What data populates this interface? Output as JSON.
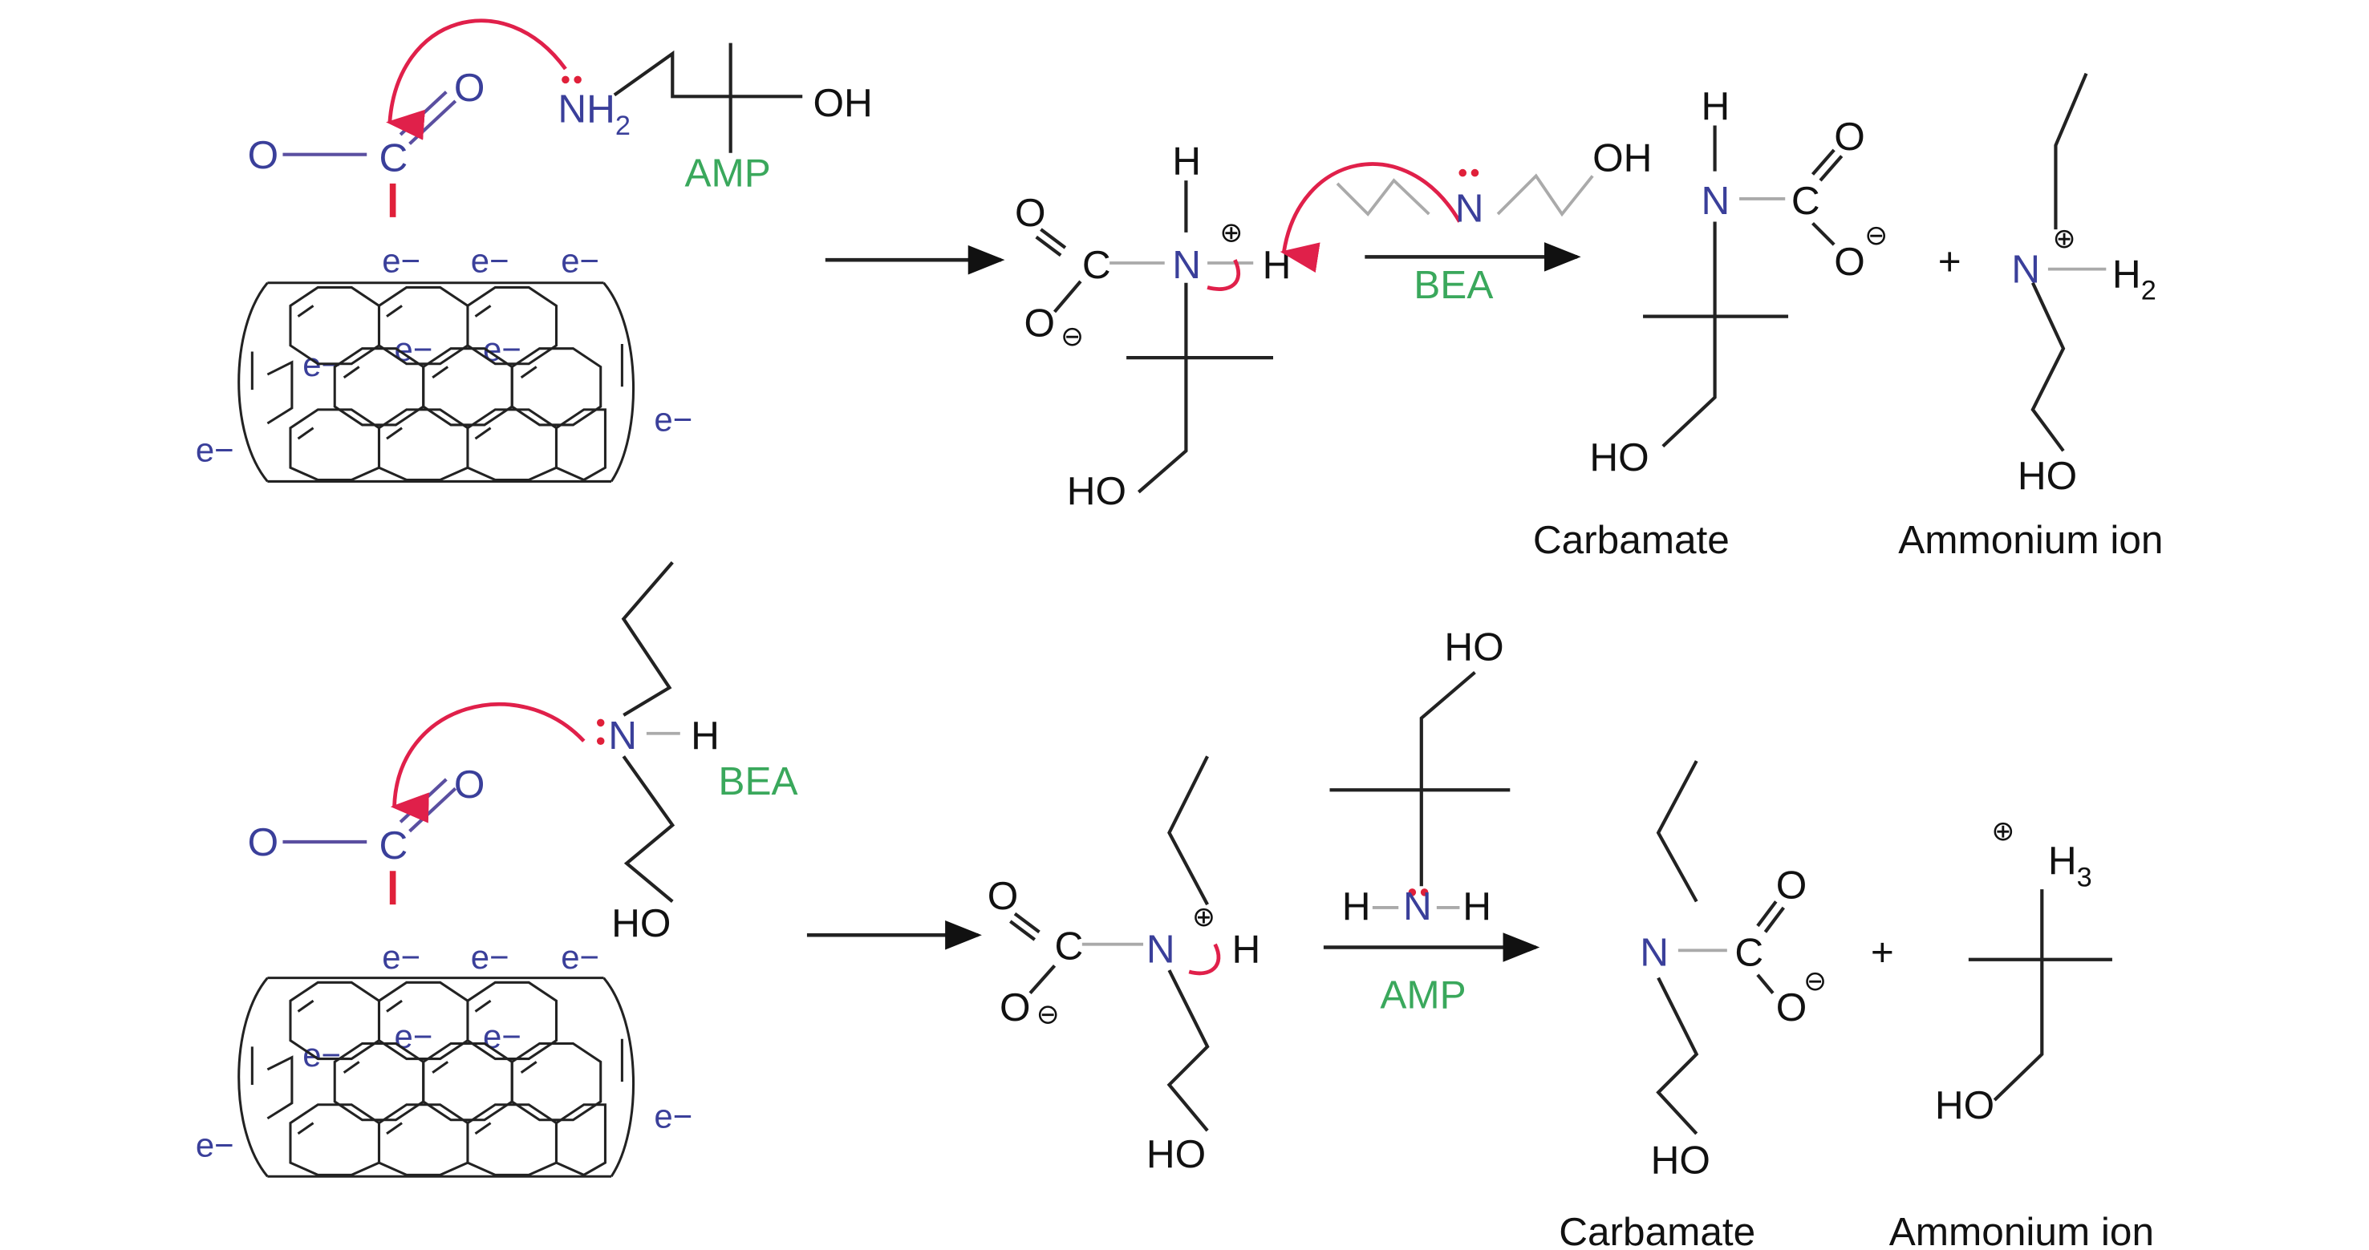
{
  "title": "CO2 capture mechanism on carbon nanotube with AMP and BEA amines",
  "colors": {
    "atom_blue": "#3a3f9a",
    "label_green": "#3aa85c",
    "arrow_red": "#e0204a",
    "bond_black": "#222222"
  },
  "top": {
    "co2": {
      "o_left": "O",
      "c": "C",
      "o_top": "O"
    },
    "amine": {
      "n": "NH",
      "sub": "2",
      "oh": "OH",
      "label": "AMP"
    },
    "electrons": [
      "e−",
      "e−",
      "e−",
      "e−",
      "e−",
      "e−",
      "e−",
      "e−"
    ],
    "intermediate": {
      "o_top": "O",
      "c": "C",
      "n": "N",
      "h_top": "H",
      "h_right": "H",
      "o_bottom": "O",
      "ho": "HO",
      "plus": "⊕",
      "minus": "⊖"
    },
    "base": {
      "n": "N",
      "oh": "OH"
    },
    "reagent_label": "BEA",
    "carbamate": {
      "h": "H",
      "n": "N",
      "c": "C",
      "o_top": "O",
      "o_bottom": "O",
      "ho": "HO",
      "minus": "⊖",
      "label": "Carbamate"
    },
    "plus_sign": "+",
    "ammonium": {
      "n": "N",
      "h": "H",
      "sub": "2",
      "ho": "HO",
      "plus": "⊕",
      "label": "Ammonium ion"
    }
  },
  "bottom": {
    "co2": {
      "o_left": "O",
      "c": "C",
      "o_top": "O"
    },
    "amine": {
      "n": "N",
      "h": "H",
      "ho": "HO",
      "label": "BEA"
    },
    "electrons": [
      "e−",
      "e−",
      "e−",
      "e−",
      "e−",
      "e−",
      "e−",
      "e−"
    ],
    "intermediate": {
      "o_top": "O",
      "c": "C",
      "n": "N",
      "h_right": "H",
      "o_bottom": "O",
      "ho": "HO",
      "plus": "⊕",
      "minus": "⊖"
    },
    "base": {
      "ho": "HO",
      "h_left": "H",
      "n": "N",
      "h_right": "H"
    },
    "reagent_label": "AMP",
    "carbamate": {
      "n": "N",
      "c": "C",
      "o_top": "O",
      "o_bottom": "O",
      "ho": "HO",
      "minus": "⊖",
      "label": "Carbamate"
    },
    "plus_sign": "+",
    "ammonium": {
      "h": "H",
      "sub": "3",
      "ho": "HO",
      "plus": "⊕",
      "label": "Ammonium ion"
    }
  }
}
